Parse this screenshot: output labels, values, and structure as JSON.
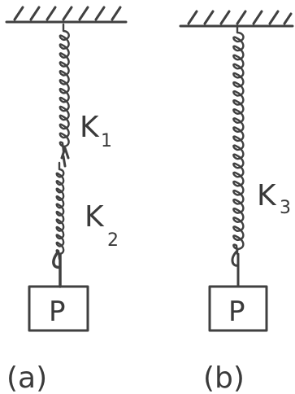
{
  "figure": {
    "system_a": {
      "spring_top": {
        "label": "K",
        "subscript": "1"
      },
      "spring_bottom": {
        "label": "K",
        "subscript": "2"
      },
      "mass_label": "P",
      "caption": "(a)"
    },
    "system_b": {
      "spring": {
        "label": "K",
        "subscript": "3"
      },
      "mass_label": "P",
      "caption": "(b)"
    }
  }
}
